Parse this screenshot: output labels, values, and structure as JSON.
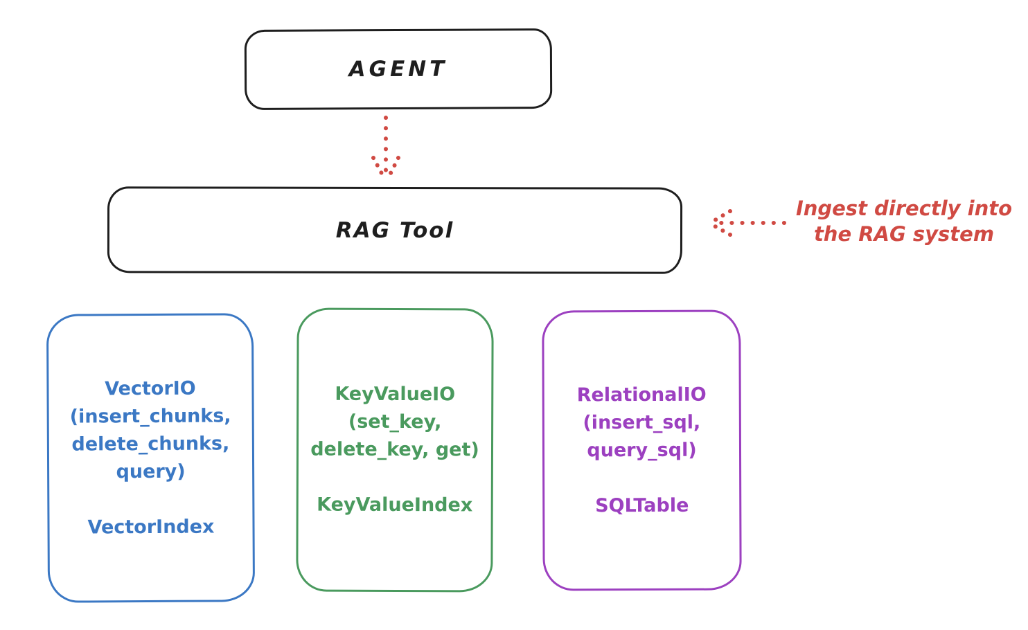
{
  "diagram": {
    "agent": {
      "label": "AGENT"
    },
    "rag_tool": {
      "label": "RAG Tool"
    },
    "annotation": {
      "line1": "Ingest directly into",
      "line2": "the RAG system"
    },
    "backends": [
      {
        "id": "vector-io",
        "color": "#3b78c4",
        "lines": [
          "VectorIO",
          "(insert_chunks,",
          "delete_chunks,",
          "query)"
        ],
        "footer": "VectorIndex"
      },
      {
        "id": "keyvalue-io",
        "color": "#4a9a5e",
        "lines": [
          "KeyValueIO",
          "(set_key,",
          "delete_key, get)"
        ],
        "footer": "KeyValueIndex"
      },
      {
        "id": "relational-io",
        "color": "#9c40c0",
        "lines": [
          "RelationalIO",
          "(insert_sql,",
          "query_sql)"
        ],
        "footer": "SQLTable"
      }
    ],
    "colors": {
      "stroke": "#1e1e1e",
      "red": "#d04a43",
      "blue": "#3b78c4",
      "green": "#4a9a5e",
      "purple": "#9c40c0"
    }
  }
}
